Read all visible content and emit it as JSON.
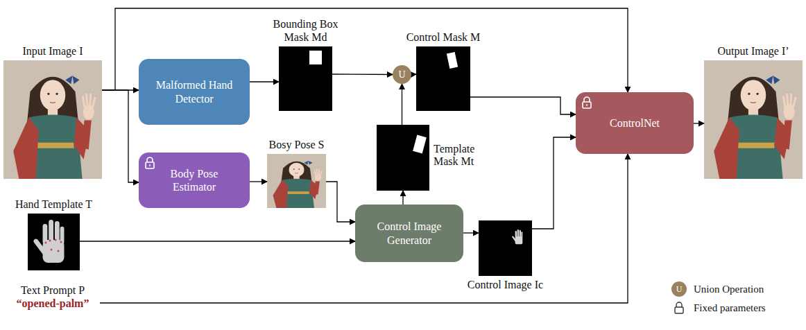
{
  "diagram": {
    "nodes": [
      {
        "text": [
          "Input Image I"
        ]
      },
      {
        "text": [
          "Malformed Hand Detector"
        ]
      },
      {
        "text": [
          "Bounding Box Mask Md"
        ]
      },
      {
        "text": [
          "U"
        ]
      },
      {
        "text": [
          "Control Mask M"
        ]
      },
      {
        "text": [
          "ControlNet"
        ]
      },
      {
        "text": [
          "Output Image I’"
        ]
      },
      {
        "text": [
          "Body Pose Estimator"
        ]
      },
      {
        "text": [
          "Bosy Pose S"
        ]
      },
      {
        "text": [
          "Template Mask Mt"
        ]
      },
      {
        "text": [
          "Hand Template T"
        ]
      },
      {
        "text": [
          "Control Image Generator"
        ]
      },
      {
        "text": [
          "Control Image Ic"
        ]
      },
      {
        "text": [
          "Text Prompt P",
          "“opened-palm”"
        ]
      }
    ],
    "edges": [
      {
        "from": 0,
        "to": 1,
        "arrow": "to"
      },
      {
        "from": 0,
        "to": 7,
        "arrow": "to"
      },
      {
        "from": 0,
        "to": 5,
        "arrow": "to"
      },
      {
        "from": 1,
        "to": 2,
        "arrow": "to"
      },
      {
        "from": 2,
        "to": 3,
        "arrow": "to"
      },
      {
        "from": 3,
        "to": 4,
        "arrow": "to"
      },
      {
        "from": 9,
        "to": 3,
        "arrow": "to"
      },
      {
        "from": 4,
        "to": 5,
        "arrow": "to"
      },
      {
        "from": 7,
        "to": 8,
        "arrow": "to"
      },
      {
        "from": 8,
        "to": 11,
        "arrow": "to"
      },
      {
        "from": 10,
        "to": 11,
        "arrow": "to"
      },
      {
        "from": 11,
        "to": 9,
        "arrow": "to"
      },
      {
        "from": 11,
        "to": 12,
        "arrow": "to"
      },
      {
        "from": 12,
        "to": 5,
        "arrow": "to"
      },
      {
        "from": 13,
        "to": 5,
        "arrow": "to"
      },
      {
        "from": 5,
        "to": 6,
        "arrow": "to"
      }
    ],
    "labels": [
      "U"
    ],
    "legend": [
      {
        "text": "Union Operation",
        "color": "#9a8260"
      },
      {
        "text": "Fixed parameters"
      }
    ]
  }
}
